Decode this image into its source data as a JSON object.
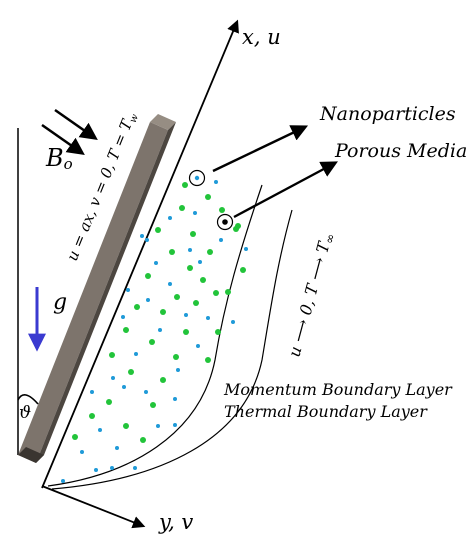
{
  "axes": {
    "x_label": "x, u",
    "y_label": "y, v"
  },
  "labels": {
    "nanoparticles": "Nanoparticles",
    "porous_media": "Porous Media",
    "magnetic_field": "B",
    "magnetic_field_sub": "o",
    "gravity": "g",
    "angle": "ϑ",
    "wall_condition": "u = ax, v = 0, T = T",
    "wall_condition_sub": "w",
    "far_field_condition": "u ⟶ 0, T ⟶ T",
    "far_field_sub": "∞",
    "momentum_layer": "Momentum Boundary Layer",
    "thermal_layer": "Thermal Boundary Layer"
  },
  "colors": {
    "plate_face": "#7d746c",
    "plate_side": "#4c4640",
    "nanoparticle": "#22c43a",
    "porous_dot": "#1f9ad8",
    "gravity_arrow": "#3a3ad0",
    "line": "#000000"
  }
}
